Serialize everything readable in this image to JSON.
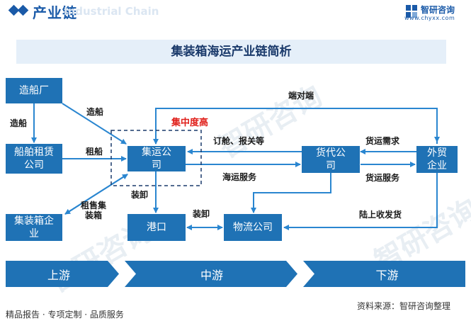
{
  "header": {
    "section_title": "产业链",
    "section_title_en": "Industrial Chain",
    "brand_name": "智研咨询",
    "brand_url": "www.chyxx.com"
  },
  "diagram": {
    "title": "集装箱海运产业链简析",
    "nodes": {
      "shipyard": "造船厂",
      "ship_leasing": "船舶租赁公司",
      "container_company": "集装箱企业",
      "shipping_company": "集运公司",
      "port": "港口",
      "logistics": "物流公司",
      "freight_forwarder": "货代公司",
      "foreign_trade": "外贸企业"
    },
    "labels": {
      "shipbuild_down": "造船",
      "shipbuild_diag": "造船",
      "charter": "租船",
      "lease_sell_containers": "租售集装箱",
      "high_concentration": "集中度高",
      "end_to_end": "端对端",
      "booking_customs": "订舱、报关等",
      "ocean_service": "海运服务",
      "freight_demand": "货运需求",
      "freight_service": "货运服务",
      "unloading": "装卸",
      "loading": "装卸",
      "land_delivery": "陆上收发货"
    },
    "streams": {
      "upstream": "上游",
      "midstream": "中游",
      "downstream": "下游"
    }
  },
  "footer": {
    "left_text": "精品报告 · 专项定制 · 品质服务",
    "source_text": "资料来源：智研咨询整理",
    "watermark_text": "智研咨询"
  },
  "colors": {
    "node_fill": "#1f72b5",
    "arrow": "#2a86d0",
    "accent_red": "#e0201b",
    "title_band": "#e5eff9",
    "brand_blue": "#1a5aa8"
  }
}
